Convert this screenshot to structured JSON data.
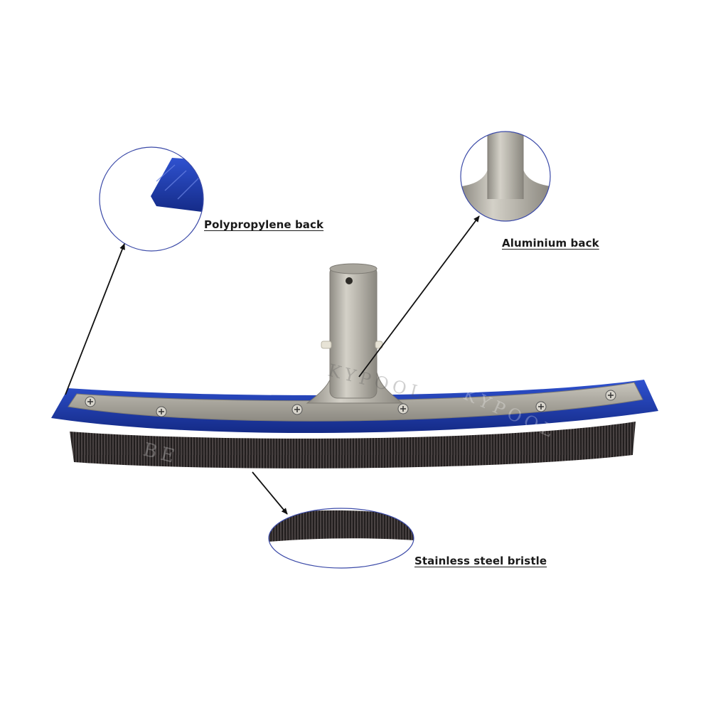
{
  "labels": {
    "polypropylene": "Polypropylene back",
    "aluminium": "Aluminium back",
    "bristle": "Stainless steel bristle"
  },
  "watermark": "BEIJING LUCKY POOL",
  "colors": {
    "blue_edge": "#1f3fb0",
    "blue_dark": "#142a86",
    "aluminium": "#b9b6ad",
    "aluminium_shadow": "#8f8c84",
    "bristle": "#2b2626",
    "callout_ring": "#3b4aa8",
    "arrow": "#111111",
    "background": "#ffffff"
  }
}
